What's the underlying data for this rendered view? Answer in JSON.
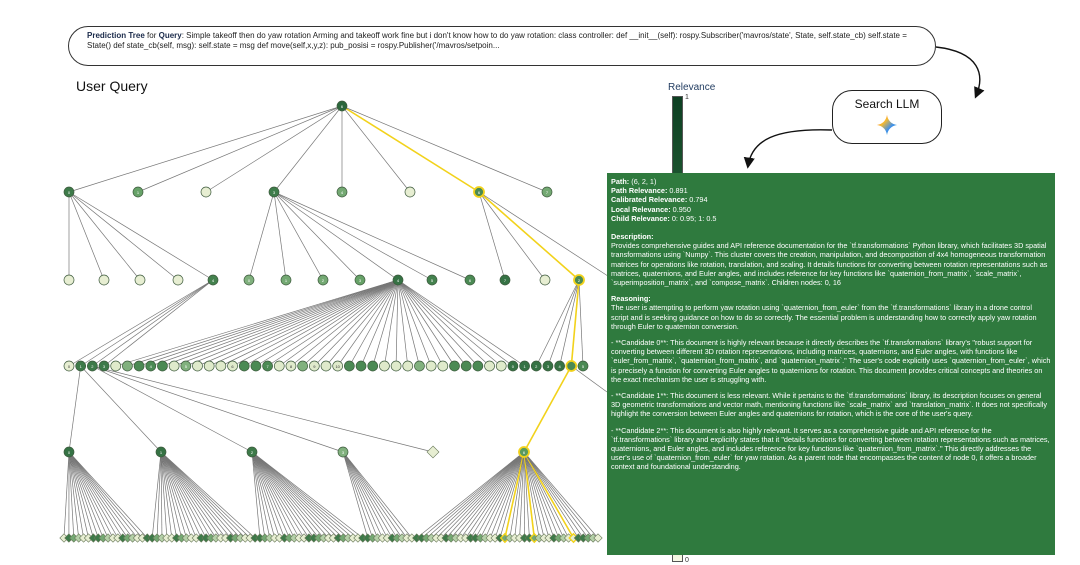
{
  "query": {
    "prefix": "Prediction Tree",
    "for_word": "for",
    "query_label": "Query",
    "text": ": Simple takeoff then do yaw rotation    Arming and takeoff work fine but i don't know how to do yaw rotation:    class controller:        def __init__(self):   rospy.Subscriber('mavros/state', State, self.state_cb)                  self.state = State()          def state_cb(self, msg):          self.state = msg            def move(self,x,y,z):   pub_posisi = rospy.Publisher('/mavros/setpoin..."
  },
  "user_query_title": "User Query",
  "relevance": {
    "label": "Relevance",
    "max": "1",
    "min": "0"
  },
  "search_llm": {
    "label": "Search LLM",
    "icon": "gemini-sparkle-icon"
  },
  "colors": {
    "highlight": "#f2d21b",
    "edge": "#777777",
    "tooltip_bg": "#2f7a3e",
    "node_dark": "#1f5a34",
    "node_mid": "#5a9a5e",
    "node_light": "#f4f6dc"
  },
  "tooltip": {
    "path_label": "Path:",
    "path": "(6, 2, 1)",
    "path_rel_label": "Path Relevance:",
    "path_rel": "0.891",
    "cal_rel_label": "Calibrated Relevance:",
    "cal_rel": "0.794",
    "local_rel_label": "Local Relevance:",
    "local_rel": "0.950",
    "child_rel_label": "Child Relevance:",
    "child_rel": "0: 0.95; 1: 0.5",
    "desc_label": "Description:",
    "description": "Provides comprehensive guides and API reference documentation for the `tf.transformations` Python library, which facilitates 3D spatial transformations using `Numpy`. This cluster covers the creation, manipulation, and decomposition of 4x4 homogeneous transformation matrices for operations like rotation, translation, and scaling. It details functions for converting between rotation representations such as matrices, quaternions, and Euler angles, and includes reference for key functions like `quaternion_from_matrix`, `scale_matrix`, `superimposition_matrix`, and `compose_matrix`. Children nodes: 0, 16",
    "reasoning_label": "Reasoning:",
    "reasoning": "The user is attempting to perform yaw rotation using `quaternion_from_euler` from the `tf.transformations` library in a drone control script and is seeking guidance on how to do so correctly. The essential problem is understanding how to correctly apply yaw rotation through Euler to quaternion conversion.",
    "cand0": "- **Candidate 0**: This document is highly relevant because it directly describes the `tf.transformations` library's \"robust support for converting between different 3D rotation representations, including matrices, quaternions, and Euler angles, with functions like `euler_from_matrix`, `quaternion_from_matrix`, and `quaternion_matrix`.\" The user's code explicitly uses `quaternion_from_euler`, which is precisely a function for converting Euler angles to quaternions for rotation. This document provides critical concepts and theories on the exact mechanism the user is struggling with.",
    "cand1": "- **Candidate 1**: This document is less relevant. While it pertains to the `tf.transformations` library, its description focuses on general 3D geometric transformations and vector math, mentioning functions like `scale_matrix` and `translation_matrix`. It does not specifically highlight the conversion between Euler angles and quaternions for rotation, which is the core of the user's query.",
    "cand2": "- **Candidate 2**: This document is also highly relevant. It serves as a comprehensive guide and API reference for the `tf.transformations` library and explicitly states that it \"details functions for converting between rotation representations such as matrices, quaternions, and Euler angles, and includes reference for key functions like `quaternion_from_matrix`.\" This directly addresses the user's use of `quaternion_from_euler` for yaw rotation. As a parent node that encompasses the content of node 0, it offers a broader context and foundational understanding."
  },
  "tree": {
    "root": {
      "label": "6",
      "rel": 0.92
    },
    "level1": [
      {
        "label": "0",
        "rel": 0.8
      },
      {
        "label": "1",
        "rel": 0.55
      },
      {
        "label": "",
        "rel": 0.05
      },
      {
        "label": "3",
        "rel": 0.78
      },
      {
        "label": "4",
        "rel": 0.5
      },
      {
        "label": "",
        "rel": 0.05
      },
      {
        "label": "6",
        "rel": 0.7,
        "highlight": true
      },
      {
        "label": "7",
        "rel": 0.5
      }
    ],
    "level2": [
      {
        "label": "",
        "rel": 0.05,
        "parent": 0
      },
      {
        "label": "",
        "rel": 0.05,
        "parent": 0
      },
      {
        "label": "",
        "rel": 0.05,
        "parent": 0
      },
      {
        "label": "",
        "rel": 0.05,
        "parent": 0
      },
      {
        "label": "4",
        "rel": 0.75,
        "parent": 0
      },
      {
        "label": "0",
        "rel": 0.45,
        "parent": 3
      },
      {
        "label": "1",
        "rel": 0.5,
        "parent": 3
      },
      {
        "label": "2",
        "rel": 0.5,
        "parent": 3
      },
      {
        "label": "3",
        "rel": 0.55,
        "parent": 3
      },
      {
        "label": "4",
        "rel": 0.85,
        "parent": 3
      },
      {
        "label": "5",
        "rel": 0.75,
        "parent": 3
      },
      {
        "label": "6",
        "rel": 0.7,
        "parent": 3
      },
      {
        "label": "7",
        "rel": 0.85,
        "parent": 6
      },
      {
        "label": "",
        "rel": 0.05,
        "parent": 6
      },
      {
        "label": "2",
        "rel": 0.7,
        "parent": 6,
        "highlight": true
      },
      {
        "label": "",
        "rel": 0.05,
        "parent": 6
      }
    ],
    "level3_count": 45,
    "level3_highlight": 43,
    "level4": [
      {
        "label": "0",
        "rel": 0.85
      },
      {
        "label": "1",
        "rel": 0.85
      },
      {
        "label": "2",
        "rel": 0.8
      },
      {
        "label": "3",
        "rel": 0.45
      },
      {
        "label": "",
        "rel": 0.05
      },
      {
        "label": "6",
        "rel": 0.6,
        "highlight": true
      }
    ],
    "leaf_count": 110
  }
}
